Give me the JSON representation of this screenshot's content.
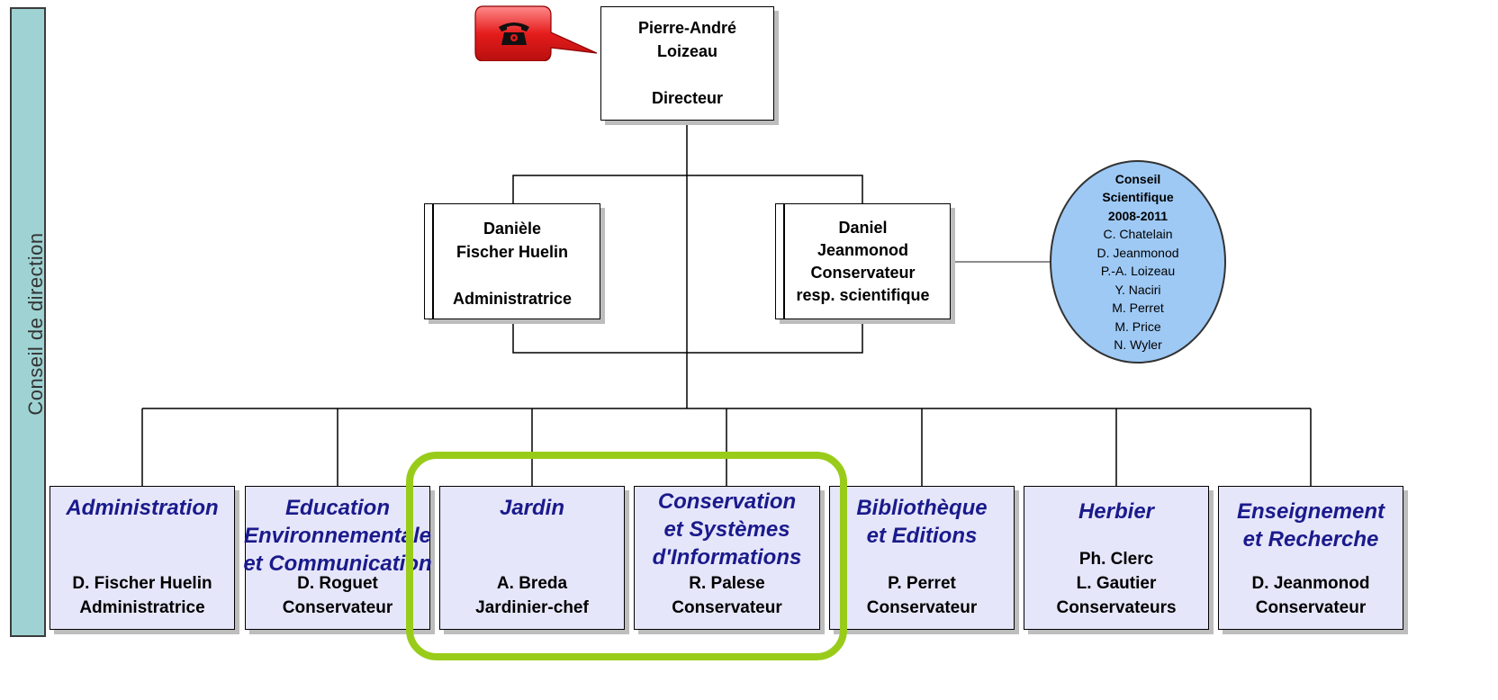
{
  "side_band": {
    "label": "Conseil de direction"
  },
  "director": {
    "name_line1": "Pierre-André",
    "name_line2": "Loizeau",
    "role": "Directeur"
  },
  "deputies": [
    {
      "name_line1": "Danièle",
      "name_line2": "Fischer Huelin",
      "role_line1": "",
      "role_line2": "Administratrice"
    },
    {
      "name_line1": "Daniel",
      "name_line2": "Jeanmonod",
      "role_line1": "Conservateur",
      "role_line2": "resp. scientifique"
    }
  ],
  "council": {
    "title_lines": [
      "Conseil",
      "Scientifique",
      "2008-2011"
    ],
    "members": [
      "C. Chatelain",
      "D. Jeanmonod",
      "P.-A. Loizeau",
      "Y. Naciri",
      "M. Perret",
      "M. Price",
      "N. Wyler"
    ]
  },
  "phone_icon": "telephone-icon",
  "departments": [
    {
      "title_lines": [
        "Administration"
      ],
      "person_lines": [
        "D. Fischer Huelin",
        "Administratrice"
      ]
    },
    {
      "title_lines": [
        "Education",
        "Environnementale",
        "et Communication"
      ],
      "person_lines": [
        "D. Roguet",
        "Conservateur"
      ]
    },
    {
      "title_lines": [
        "Jardin"
      ],
      "person_lines": [
        "A. Breda",
        "Jardinier-chef"
      ]
    },
    {
      "title_lines": [
        "Conservation",
        "et Systèmes",
        "d'Informations"
      ],
      "person_lines": [
        "R. Palese",
        "Conservateur"
      ]
    },
    {
      "title_lines": [
        "Bibliothèque",
        "et Editions"
      ],
      "person_lines": [
        "P. Perret",
        "Conservateur"
      ]
    },
    {
      "title_lines": [
        "Herbier"
      ],
      "person_lines": [
        "Ph. Clerc",
        "L. Gautier",
        "Conservateurs"
      ]
    },
    {
      "title_lines": [
        "Enseignement",
        "et Recherche"
      ],
      "person_lines": [
        "D. Jeanmonod",
        "Conservateur"
      ]
    }
  ],
  "colors": {
    "band": "#9fd3d3",
    "council": "#9ec9f5",
    "dept_fill": "#e6e6fa",
    "dept_title": "#1a1a8c",
    "highlight": "#99cc1a",
    "phone": "#e02020"
  }
}
